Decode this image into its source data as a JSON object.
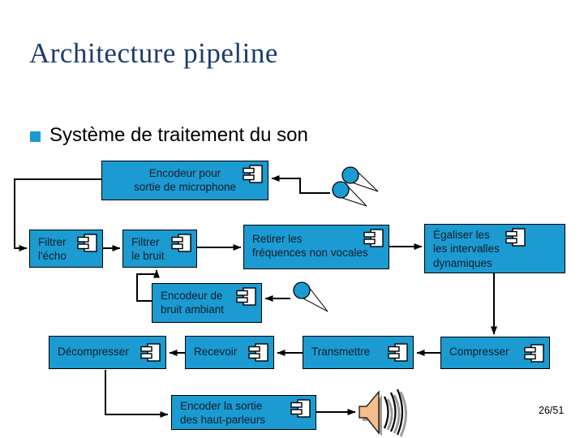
{
  "slide": {
    "title": "Architecture pipeline",
    "bullet_text": "Système de traitement du son",
    "page_number": "26/51"
  },
  "colors": {
    "box_fill": "#1b9bd2",
    "box_border": "#000000",
    "box_text": "#101c28",
    "title_color": "#1c3c6e",
    "bullet_square": "#1b9bd2",
    "connector": "#000000",
    "speaker_fill": "#f6be8c",
    "shadow_gray": "#9c9c9c"
  },
  "diagram": {
    "boxes": [
      {
        "id": "encodeur-microphone",
        "label": "Encodeur pour\nsortie de microphone"
      },
      {
        "id": "filtrer-echo",
        "label": "Filtrer\nl'écho"
      },
      {
        "id": "filtrer-bruit",
        "label": "Filtrer\nle bruit"
      },
      {
        "id": "retirer-frequences",
        "label": "Retirer les\nfréquences non vocales"
      },
      {
        "id": "egaliser-intervalles",
        "label": "Égaliser les\nles intervalles\ndynamiques"
      },
      {
        "id": "encodeur-bruit-ambiant",
        "label": "Encodeur de\nbruit ambiant"
      },
      {
        "id": "decompresser",
        "label": "Décompresser"
      },
      {
        "id": "recevoir",
        "label": "Recevoir"
      },
      {
        "id": "transmettre",
        "label": "Transmettre"
      },
      {
        "id": "compresser",
        "label": "Compresser"
      },
      {
        "id": "encoder-sortie-hp",
        "label": "Encoder la sortie\ndes haut-parleurs"
      }
    ],
    "icons": [
      {
        "name": "component-icon",
        "meaning": "UML component symbol shown in each box"
      },
      {
        "name": "microphone-icon",
        "meaning": "microphone (circle with pickup cone)"
      },
      {
        "name": "speaker-icon",
        "meaning": "loudspeaker with sound waves"
      }
    ]
  }
}
